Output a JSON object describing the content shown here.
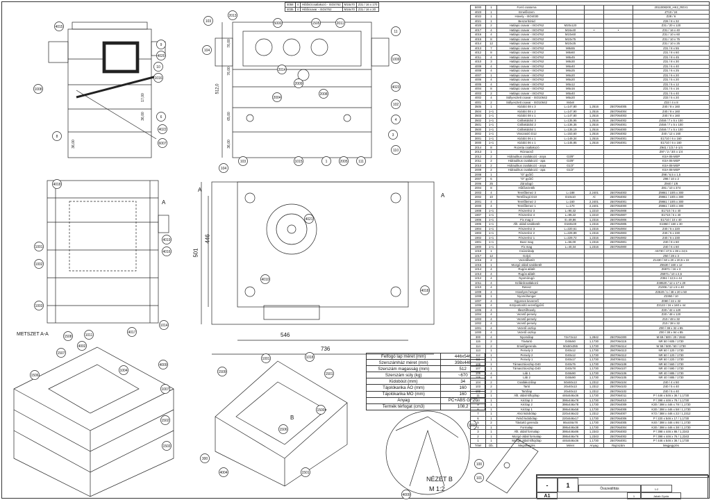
{
  "top_table": [
    [
      "4058",
      "4",
      "Hűtővízcsatlakozó - ISO4762",
      "M16x70",
      "Z31 / 16 x 170"
    ],
    [
      "4035",
      "4",
      "Hűtőcsavar - ISO4762",
      "M16x70",
      "Z31 / 16 x 20"
    ]
  ],
  "bom": {
    "header": [
      "Tétel",
      "Db.",
      "Megnevezés",
      "Méret",
      "Anyag",
      "Rajzszám",
      "Megjegyzés"
    ],
    "rows": [
      [
        "5000",
        "1",
        "Forró csatorna",
        "",
        "",
        "",
        "2011008200_HK2_REV1"
      ],
      [
        "4023",
        "1",
        "Emelőszem",
        "",
        "",
        "",
        "Z710 / 24"
      ],
      [
        "4022",
        "1",
        "Hüvely - ISO4030",
        "",
        "",
        "",
        "Z28 / 6"
      ],
      [
        "4021",
        "1",
        "Beszorítórúd",
        "",
        "",
        "",
        "Z28 / 8 x 32"
      ],
      [
        "4020",
        "2",
        "Hatlapú csavar - ISO4762",
        "M20x120",
        "",
        "",
        "Z31 / 20 x 120"
      ],
      [
        "4017",
        "4",
        "Hatlapú csavar - ISO4762",
        "M16x40",
        "•",
        "•",
        "Z31 / 16 x 40"
      ],
      [
        "4016",
        "4",
        "Hatlapú csavar - ISO4762",
        "M10x60",
        "",
        "",
        "Z31 / 10 x 60"
      ],
      [
        "4015",
        "8",
        "Hatlapú csavar - ISO4762",
        "M10x75",
        "",
        "",
        "Z31 / 10 x 75"
      ],
      [
        "4014",
        "12",
        "Hatlapú csavar - ISO4762",
        "M10x25",
        "",
        "",
        "Z31 / 10 x 25"
      ],
      [
        "4013",
        "7",
        "Hatlapú csavar - ISO4762",
        "M8x55",
        "",
        "",
        "Z31 / 8 x 55"
      ],
      [
        "4012",
        "8",
        "Hatlapú csavar - ISO4762",
        "M8x60",
        "",
        "",
        "Z31 / 8 x 60"
      ],
      [
        "4011",
        "4",
        "Hatlapú csavar - ISO4762",
        "M8x45",
        "",
        "",
        "Z31 / 8 x 45"
      ],
      [
        "4010",
        "3",
        "Hatlapú csavar - ISO4762",
        "M8x30",
        "",
        "",
        "Z31 / 8 x 30"
      ],
      [
        "4009",
        "4",
        "Hatlapú csavar - ISO4762",
        "M6x40",
        "",
        "",
        "Z31 / 6 x 40"
      ],
      [
        "4008",
        "4",
        "Hatlapú csavar - ISO4762",
        "M6x25",
        "",
        "",
        "Z31 / 6 x 25"
      ],
      [
        "4007",
        "1",
        "Hatlapú csavar - ISO4762",
        "M6x20",
        "",
        "",
        "Z31 / 6 x 20"
      ],
      [
        "4006",
        "4",
        "Hatlapú csavar - ISO4762",
        "M5x20",
        "",
        "",
        "Z31 / 5 x 20"
      ],
      [
        "4005",
        "4",
        "Hatlapú csavar - ISO4762",
        "M5x12",
        "",
        "",
        "Z31 / 5 x 12"
      ],
      [
        "4004",
        "8",
        "Hatlapú csavar - ISO4762",
        "M5x16",
        "",
        "",
        "Z31 / 5 x 16"
      ],
      [
        "4003",
        "2",
        "Hatlapú csavar - ISO4762",
        "M5x40",
        "",
        "",
        "Z31 / 5 x 40"
      ],
      [
        "4002",
        "4",
        "Süllyesztett csavar - ISO10642",
        "M5x20",
        "",
        "",
        "Z33 / 5 x 20"
      ],
      [
        "4001",
        "2",
        "Süllyesztett csavar - ISO10642",
        "M4x8",
        "",
        "",
        "Z33 / 4 x 8"
      ],
      [
        "3505",
        "1",
        "Kidobó 08 x 3",
        "L=147,80",
        "1,2516",
        "2507064005",
        "Z40 / 8 x 160"
      ],
      [
        "3504",
        "1+1",
        "Kidobó 08 x 2",
        "L=147,90",
        "1,2516",
        "2507064004",
        "Z40 / 8 x 160"
      ],
      [
        "3503",
        "1+1",
        "Kidobó 08 x 1",
        "L=147,80",
        "1,2516",
        "2507064003",
        "Z40 / 8 x 160"
      ],
      [
        "3502",
        "1+1",
        "Csillakidobó 3",
        "L=135,95",
        "1,2516",
        "2507064002",
        "Z458 / 7 x 5 x 100"
      ],
      [
        "3501",
        "1+1",
        "Csillakidobó 2",
        "L=136,35",
        "1,2516",
        "2507064001",
        "Z458 / 7 x 5 x 100"
      ],
      [
        "3500",
        "1+1",
        "Csillakidobó 1",
        "L=135,19",
        "1,2516",
        "2507064000",
        "Z458 / 7 x 5 x 100"
      ],
      [
        "3002",
        "1+1",
        "Visszatoló D12",
        "L=153,60",
        "1,2516",
        "2507064002",
        "Z40 / 12 x 160"
      ],
      [
        "3001",
        "1+1",
        "Kidobó 06 x 1",
        "L=149,34",
        "1,2516",
        "2507064001",
        "E1710 / 6 x 160"
      ],
      [
        "3000",
        "1+1",
        "Kidobó 06 x 1",
        "L=145,85",
        "1,2516",
        "2507064001",
        "E1710 / 6 x 160"
      ],
      [
        "2014",
        "8",
        "Rozetta csatlakozó",
        "",
        "",
        "",
        "Z941 / 1/3 / 4-1/4"
      ],
      [
        "2013",
        "1",
        "Rózsacső",
        "",
        "",
        "",
        "Z97 / 2 / 3/4 x 1/4"
      ],
      [
        "2012",
        "2",
        "Hidraulikus csatlakozó - anya",
        "G3/8\"",
        "",
        "",
        "KSA-06-MSP"
      ],
      [
        "2011",
        "2",
        "Hidraulikus csatlakozó - apa",
        "G3/8\"",
        "",
        "",
        "KSA-06-MSP"
      ],
      [
        "2010",
        "2",
        "Hidraulikus csatlakozó - anya",
        "G1/2\"",
        "",
        "",
        "KSA-08-MSP"
      ],
      [
        "2009",
        "2",
        "Hidraulikus csatlakozó - apa",
        "G1/2\"",
        "",
        "",
        "KSA-08-MSP"
      ],
      [
        "2008",
        "1",
        "\"O\" gyűrű",
        "",
        "",
        "",
        "Z98 / 6,5 x 1,5"
      ],
      [
        "2007",
        "6",
        "\"O\" gyűrű",
        "",
        "",
        "",
        "Z98 / 10 x 2"
      ],
      [
        "2006",
        "25",
        "Zárodugó",
        "",
        "",
        "",
        "Z940 / 1/8"
      ],
      [
        "2004",
        "8",
        "Hűtővezeték",
        "",
        "",
        "",
        "Z81 / 10 x 374"
      ],
      [
        "2003",
        "4",
        "Terelőlemez 3",
        "L=188",
        "2,2401",
        "2507064003",
        "Z9861 / 10/6 x 300"
      ],
      [
        "2002",
        "10",
        "Terelőrugó D10",
        "D10x10",
        "Al",
        "2507064002",
        "Z9861 / 10/6 x 300"
      ],
      [
        "2001",
        "4",
        "Terelőlemez 2",
        "L=160",
        "2,2401",
        "2507064001",
        "Z9861 / 10/6 x 300"
      ],
      [
        "2000",
        "4",
        "Terelőlemez 1",
        "L=170",
        "2,2401",
        "2507064000",
        "Z9861 / 10/6 x 300"
      ],
      [
        "1908",
        "1+1",
        "Fészerész 3",
        "L=90,32",
        "1,2210",
        "2507064908",
        "E1710 / 6 x 40"
      ],
      [
        "1907",
        "1+1",
        "Fészerész 4",
        "L=99,22",
        "1,2210",
        "2507064907",
        "E1710 / 6 x 40"
      ],
      [
        "1906",
        "1+1",
        "Fix mag 2",
        "E=49,86",
        "1,2316",
        "2507064906",
        "E1710 / 10 x 40"
      ],
      [
        "1905",
        "1+1",
        "Állt. oldali szabbetét",
        "D160x30",
        "1,2316",
        "2507064905",
        "E1960 / 160 x 30"
      ],
      [
        "1904",
        "1+1",
        "Fészerész 3",
        "L=220,61",
        "1,2316",
        "2507064904",
        "Z40 / 5 x 220"
      ],
      [
        "1903",
        "1+1",
        "Fészerész 2",
        "L=229,89",
        "1,2316",
        "2507064903",
        "Z40 / 5 x 230"
      ],
      [
        "1902",
        "1+1",
        "Fészerész 1",
        "L=229,72",
        "1,2316",
        "2507064902",
        "Z40 / 5 x 230"
      ],
      [
        "1901",
        "1+1",
        "Busz mag",
        "L=56,00",
        "1,2316",
        "2507064901",
        "Z40 / 8 x 60"
      ],
      [
        "1900",
        "1+1",
        "Fix mag",
        "L=40,34",
        "1,2316",
        "2507064900",
        "Z40 / 6 x 60"
      ],
      [
        "1018",
        "1",
        "Csúszótalp",
        "",
        "",
        "",
        "A5730 / 47,5 x 39 x 24,5"
      ],
      [
        "1017",
        "12",
        "Golyó",
        "",
        "",
        "",
        "Z50 / 28 x 3"
      ],
      [
        "1016",
        "2",
        "Vezetőbetét",
        "",
        "",
        "",
        "Z1430 / 60 x 20 x 20,5 x 22"
      ],
      [
        "1015",
        "1",
        "Mozgó oldali szabbetét",
        "",
        "",
        "",
        "Z5530 / 160 x 12"
      ],
      [
        "1014",
        "4",
        "Rugós alátét",
        "",
        "",
        "",
        "Z6971 / 16 x 3"
      ],
      [
        "1013",
        "4",
        "Rugós alátét",
        "",
        "",
        "",
        "Z6971 / 10 x 2,5"
      ],
      [
        "1012",
        "4",
        "Nyomórugó",
        "",
        "",
        "",
        "Z351 / 12,5 x 44"
      ],
      [
        "1011",
        "4",
        "Szilárdcsatlakozó",
        "",
        "",
        "",
        "Z48520 / 12 x 17 x 20"
      ],
      [
        "1010",
        "4",
        "Retesz",
        "",
        "",
        "",
        "Z1006 / 12 x 8 x 40"
      ],
      [
        "1009",
        "4",
        "Hüvelyes henger",
        "",
        "",
        "",
        "Z2520 / 1 / 48 x 20 x 50"
      ],
      [
        "1008",
        "1",
        "Nyomóhenger",
        "",
        "",
        "",
        "Z2350 / 10"
      ],
      [
        "1007",
        "4",
        "Egyenes kevererő",
        "",
        "",
        "",
        "Z080 / 22 x 32"
      ],
      [
        "1006",
        "4",
        "Központosító vezetőgyűrű",
        "",
        "",
        "",
        "Z2122 / 16 x 160 x 44"
      ],
      [
        "1005",
        "4",
        "Illesztőhüvely",
        "",
        "",
        "",
        "Z20 / 42 x 120"
      ],
      [
        "1004",
        "4",
        "Vezető persely",
        "",
        "",
        "",
        "Z20 / 48 x 120"
      ],
      [
        "1003",
        "4",
        "Vezető persely",
        "",
        "",
        "",
        "Z10 / 48 x 32"
      ],
      [
        "1002",
        "4",
        "Vezető persely",
        "",
        "",
        "",
        "Z10 / 38 x 32"
      ],
      [
        "1001",
        "4",
        "Vezető oszlop",
        "",
        "",
        "",
        "Z00 / 38 x 32 x 85"
      ],
      [
        "1000",
        "4",
        "Vezető oszlop",
        "",
        "",
        "",
        "Z00 / 38 x 94 x 85"
      ],
      [
        "300",
        "4",
        "Nyomólap",
        "72x72x12",
        "1,2842",
        "2507064300",
        "M 69 / 500 / 20 / 2842"
      ],
      [
        "115",
        "2",
        "Távtartó",
        "D48x50",
        "1,1730",
        "2507064115",
        "NR 50 / 605 / 1730"
      ],
      [
        "114",
        "2",
        "Emelőgerenda",
        "50x50x355",
        "1,1730",
        "2507064114",
        "W 58 / 500 / 50 / 1730"
      ],
      [
        "113",
        "1",
        "Persely 3",
        "D40x12",
        "1,1730",
        "2507064113",
        "NR 60 / 120 / 1730"
      ],
      [
        "112",
        "1",
        "Persely 2",
        "D40x12",
        "1,1730",
        "2507064112",
        "NR 60 / 120 / 1730"
      ],
      [
        "111",
        "1",
        "Persely 1",
        "D40x17",
        "1,1730",
        "2507064111",
        "NR 60 / 220 / 1730"
      ],
      [
        "108",
        "1",
        "Támasztóoszlop D40",
        "D40x75",
        "1,1730",
        "2507064108",
        "NR 60 / 560 / 1730"
      ],
      [
        "107",
        "1",
        "Támasztóoszlop D40",
        "D40x78",
        "1,1730",
        "2507064107",
        "NR 40 / 590 / 1730"
      ],
      [
        "106",
        "4",
        "Láb 1",
        "D48x90",
        "1,1730",
        "2507064106",
        "NR 40 / 885 / 1730"
      ],
      [
        "105",
        "4",
        "Láb 2",
        "D48x90",
        "1,1730",
        "2507064105",
        "NR 40 / 885 / 1730"
      ],
      [
        "104",
        "2",
        "Csatlakozólap",
        "50x50x13",
        "1,2312",
        "2507064104",
        "Z40 / 4 x 50"
      ],
      [
        "103",
        "2",
        "Tartó",
        "20x40x13",
        "1,2312",
        "2507064103",
        "Z40 / 5 x 40"
      ],
      [
        "102",
        "2",
        "Tartólap",
        "20x40x13",
        "1,2312",
        "2507064102",
        "Z40 / 5 x 40"
      ],
      [
        "11",
        "1",
        "Állt. oldali kiftojólap",
        "446x546x36",
        "1,1730",
        "2507064011",
        "P / 446 x 546 x 36 / 1,1730"
      ],
      [
        "10",
        "1",
        "Kézlap 3",
        "398x446x78",
        "1,1730",
        "2507064010",
        "P / 398 x 446 x 78 / 1,1730"
      ],
      [
        "9",
        "1",
        "Kézlap 2",
        "398x446x78",
        "1,1730",
        "2507064009",
        "K30 / 398 x 446 x 78 / 1,1730"
      ],
      [
        "8",
        "1",
        "Kézlap 1",
        "398x446x58",
        "1,1730",
        "2507064008",
        "K30 / 398 x 446 x 58 / 1,1730"
      ],
      [
        "7",
        "1",
        "Alsó kidobólap",
        "220x446x22",
        "1,2312",
        "2507064007",
        "K72 / 388 x 446 x 22 / 1,2312"
      ],
      [
        "6",
        "1",
        "Felső kidobólap",
        "220x546x17",
        "1,1730",
        "2507064006",
        "P / 220 x 546 x 17 / 1,1730"
      ],
      [
        "5",
        "2",
        "Távtartó gerenda",
        "86x446x78",
        "1,1730",
        "2507064005",
        "K40 / 398 x 446 x 86 / 1,1730"
      ],
      [
        "4",
        "1",
        "Formalap",
        "398x446x38",
        "1,1730",
        "2507064004",
        "K30 / 398 x 446 x 38 / 1,1730"
      ],
      [
        "3",
        "1",
        "Állt. oldali formalap",
        "398x446x86",
        "1,2343",
        "2507064003",
        "P / 398 x 446 x 86 / 1,2343"
      ],
      [
        "2",
        "1",
        "Mozgó oldali formalap",
        "398x446x76",
        "1,2343",
        "2507064002",
        "P / 398 x 446 x 76 / 1,2343"
      ],
      [
        "1",
        "1",
        "Mozgó oldali kiftojólap",
        "446x546x36",
        "1,1730",
        "2507064001",
        "P / 446 x 546 x 36 / 1,1730"
      ]
    ]
  },
  "specs": [
    [
      "Felfogó lap méret (mm)",
      "446x546"
    ],
    [
      "Szerszámház méret (mm)",
      "398x446"
    ],
    [
      "Szerszám magasság (mm)",
      "512"
    ],
    [
      "Szerszám súly (kg)",
      "~670"
    ],
    [
      "Kidobóút (mm)",
      "34"
    ],
    [
      "Tájolókarika ÁO (mm)",
      "160"
    ],
    [
      "Tájolókarika MO (mm)",
      "160"
    ],
    [
      "Anyag",
      "PC+ABS GF20"
    ],
    [
      "Termék térfogat (cm3)",
      "108,2"
    ]
  ],
  "views": {
    "section_title": "METSZET A-A",
    "detail_title": "NÉZET B",
    "detail_scale": "M 1:2",
    "section_mark": "A",
    "detail_mark": "B",
    "dims": {
      "width_outer": "736",
      "width_inner": "546",
      "height_outer": "501",
      "height_inner": "446",
      "plan_height": "512,0",
      "d1": "76,00",
      "d2": "76,00",
      "d3": "65,00",
      "d4": "36,00",
      "d5": "17,00",
      "d6": "36,00",
      "d7": "36,00"
    },
    "balloons": {
      "side": [
        "4015",
        "9",
        "4020",
        "10",
        "1016",
        "1008",
        "6",
        "4022",
        "6007",
        "8"
      ],
      "plan": [
        "103",
        "2013",
        "5000",
        "1505",
        "2011",
        "11",
        "104",
        "2014",
        "2009",
        "2008",
        "2004",
        "1009",
        "4023",
        "102",
        "4",
        "3",
        "110",
        "111",
        "2005",
        "1",
        "1015",
        "103",
        "104"
      ],
      "section": [
        "4018",
        "4019",
        "4016",
        "1001",
        "1002",
        "1003",
        "4017",
        "1014"
      ],
      "front": [
        "4021",
        "4010",
        "4018"
      ],
      "iso1": [
        "1508",
        "1011",
        "4002",
        "1507",
        "4009",
        "1506",
        "1004",
        "1503",
        "1502",
        "1007"
      ],
      "iso2": [
        "1509",
        "1001",
        "1018",
        "1501",
        "1500",
        "1506",
        "300",
        "4004",
        "1501"
      ],
      "detail": [
        "1012",
        "100",
        "101",
        "4009"
      ]
    }
  },
  "title_block": {
    "sheet": "1",
    "format": "A1",
    "rev": "-",
    "name": "Összeállítás",
    "scale": "1:2",
    "designer": "Jakab Gyula",
    "count": "1"
  }
}
